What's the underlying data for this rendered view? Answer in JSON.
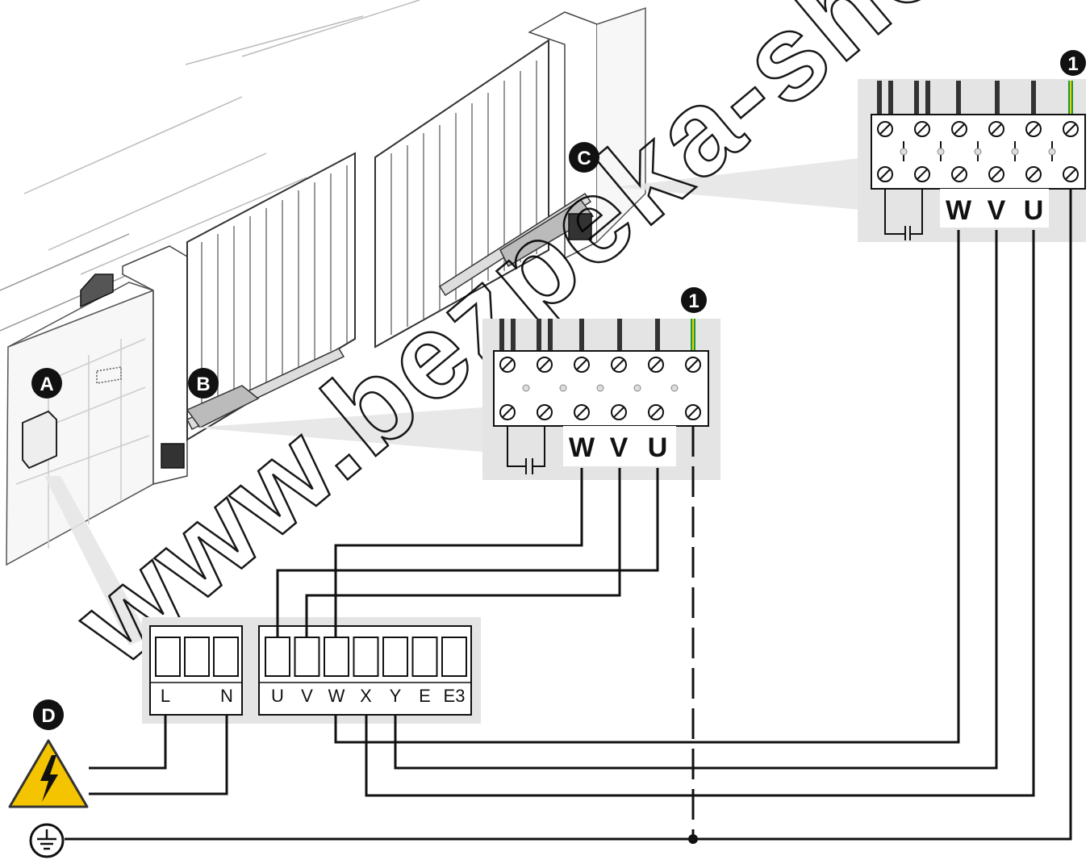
{
  "labels": {
    "a": "A",
    "b": "B",
    "c": "C",
    "d": "D",
    "note": "1"
  },
  "motor_terminals": [
    "W",
    "V",
    "U"
  ],
  "control_left_pins": [
    "L",
    "N"
  ],
  "control_right_pins": [
    "U",
    "V",
    "W",
    "X",
    "Y",
    "E",
    "E3"
  ],
  "watermark": "www.bezpeka-shop",
  "icons": {
    "hazard": "lightning-warning-icon",
    "ground": "earth-ground-icon"
  },
  "colors": {
    "hazard": "#f5c400",
    "ground_wire_green": "#1a9a3a",
    "ground_wire_yellow": "#e8d000",
    "panel": "#e4e4e4"
  }
}
